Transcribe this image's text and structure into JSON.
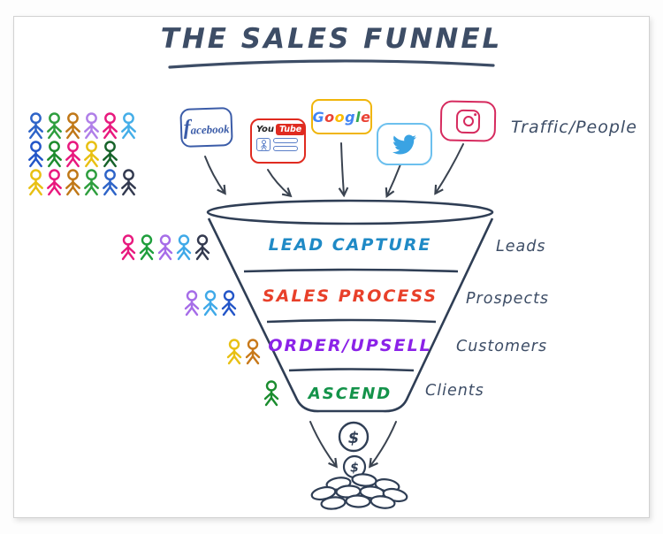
{
  "title": "THE SALES FUNNEL",
  "traffic_label": "Traffic/People",
  "social": {
    "facebook": {
      "label": "facebook",
      "color": "#3b5ca8"
    },
    "youtube": {
      "you": "You",
      "tube": "Tube",
      "color": "#e02b20"
    },
    "google": {
      "letters": [
        {
          "ch": "G",
          "color": "#4285F4"
        },
        {
          "ch": "o",
          "color": "#EA4335"
        },
        {
          "ch": "o",
          "color": "#FBBC05"
        },
        {
          "ch": "g",
          "color": "#4285F4"
        },
        {
          "ch": "l",
          "color": "#34A853"
        },
        {
          "ch": "e",
          "color": "#EA4335"
        }
      ]
    },
    "twitter": {
      "bird_color": "#3aa3e3"
    },
    "instagram": {
      "color": "#d62a5e"
    }
  },
  "funnel": {
    "outline_color": "#2f3e55",
    "stages": [
      {
        "label": "LEAD CAPTURE",
        "color": "#1f8ac6",
        "side_label": "Leads",
        "figure_colors": [
          "#e8197e",
          "#1e9e3c",
          "#a66de8",
          "#3fa9e8",
          "#33394f"
        ]
      },
      {
        "label": "SALES PROCESS",
        "color": "#e8402a",
        "side_label": "Prospects",
        "figure_colors": [
          "#a66de8",
          "#3fa9e8",
          "#2456c8"
        ]
      },
      {
        "label": "ORDER/UPSELL",
        "color": "#8b22e8",
        "side_label": "Customers",
        "figure_colors": [
          "#e8c013",
          "#c8791a"
        ]
      },
      {
        "label": "ASCEND",
        "color": "#14934a",
        "side_label": "Clients",
        "figure_colors": [
          "#1a8c2e"
        ]
      }
    ]
  },
  "crowd_rows": [
    [
      "#2e64c8",
      "#2e9e3e",
      "#c07818",
      "#b07fe8",
      "#e8197e",
      "#45aee8"
    ],
    [
      "#2456c8",
      "#1e8c2e",
      "#e8197e",
      "#e8c013",
      "#17632a"
    ],
    [
      "#e8c013",
      "#e8197e",
      "#c07818",
      "#2e9e3e",
      "#2e64c8",
      "#333a50"
    ]
  ],
  "money": {
    "dollar": "$"
  }
}
